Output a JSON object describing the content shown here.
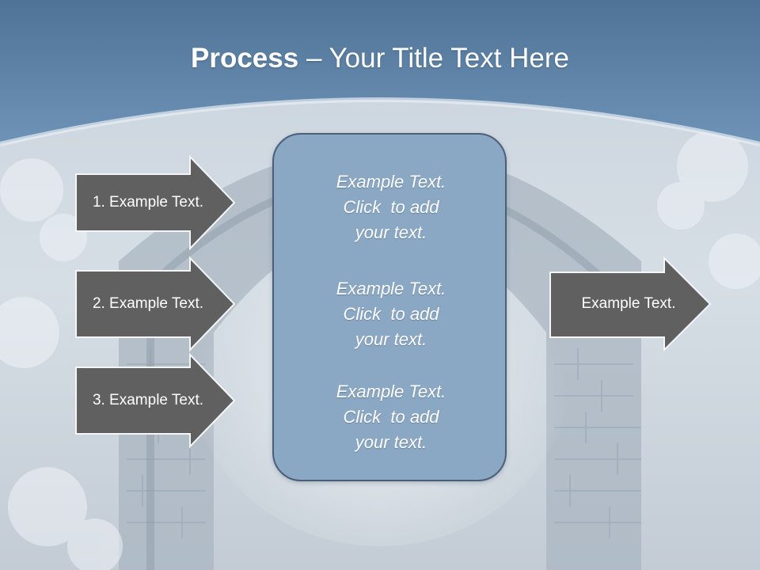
{
  "title": {
    "bold": "Process",
    "rest": " – Your Title Text Here"
  },
  "steps": [
    {
      "label": "1. Example Text."
    },
    {
      "label": "2. Example Text."
    },
    {
      "label": "3. Example Text."
    }
  ],
  "center_blocks": [
    {
      "line1": "Example Text.",
      "line2": "Click  to add",
      "line3": "your text."
    },
    {
      "line1": "Example Text.",
      "line2": "Click  to add",
      "line3": "your text."
    },
    {
      "line1": "Example Text.",
      "line2": "Click  to add",
      "line3": "your text."
    }
  ],
  "output": {
    "label": "Example Text."
  },
  "colors": {
    "header_blue": "#5a7fa3",
    "arrow_fill": "#606060",
    "box_fill": "#8aa7c4",
    "box_border": "#4b5f78"
  }
}
